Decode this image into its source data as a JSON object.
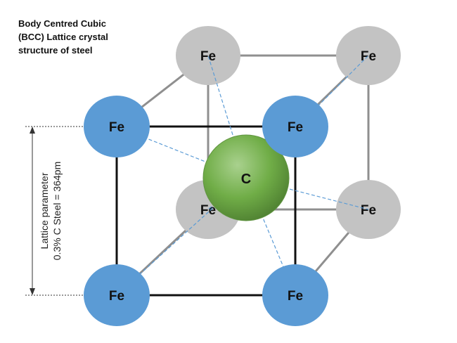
{
  "title_lines": [
    "Body Centred Cubic",
    "(BCC) Lattice crystal",
    "structure of steel"
  ],
  "atoms": {
    "back_top_left": "Fe",
    "back_top_right": "Fe",
    "back_bottom_left": "Fe",
    "back_bottom_right": "Fe",
    "front_top_left": "Fe",
    "front_top_right": "Fe",
    "front_bottom_left": "Fe",
    "front_bottom_right": "Fe",
    "center": "C"
  },
  "lattice_parameter": {
    "line1": "Lattice parameter",
    "line2": "0.3% C Steel = 364pm"
  },
  "colors": {
    "front_atom": "#5b9bd5",
    "back_atom": "#c3c3c3",
    "carbon": "#70ad47",
    "edge_front": "#111111",
    "edge_back": "#8f8f8f",
    "bond": "#5b9bd5"
  }
}
